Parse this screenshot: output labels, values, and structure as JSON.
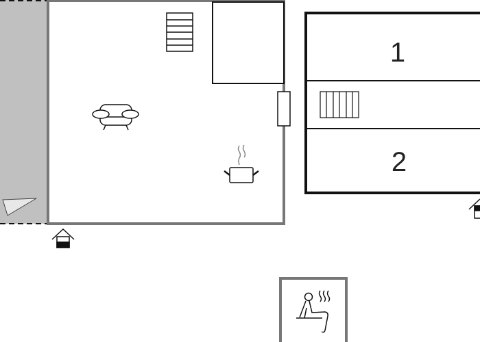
{
  "floorplan": {
    "rooms": [
      {
        "label": "1"
      },
      {
        "label": "2"
      }
    ],
    "icons": [
      "terrace-area",
      "stairs-icon",
      "sofa-icon",
      "cooking-pot-icon",
      "entrance-icon",
      "radiator-icon",
      "sauna-icon",
      "window-icon"
    ],
    "colors": {
      "wall": "#111111",
      "outer_wall": "#777777",
      "terrace": "#c0c0c0"
    }
  }
}
